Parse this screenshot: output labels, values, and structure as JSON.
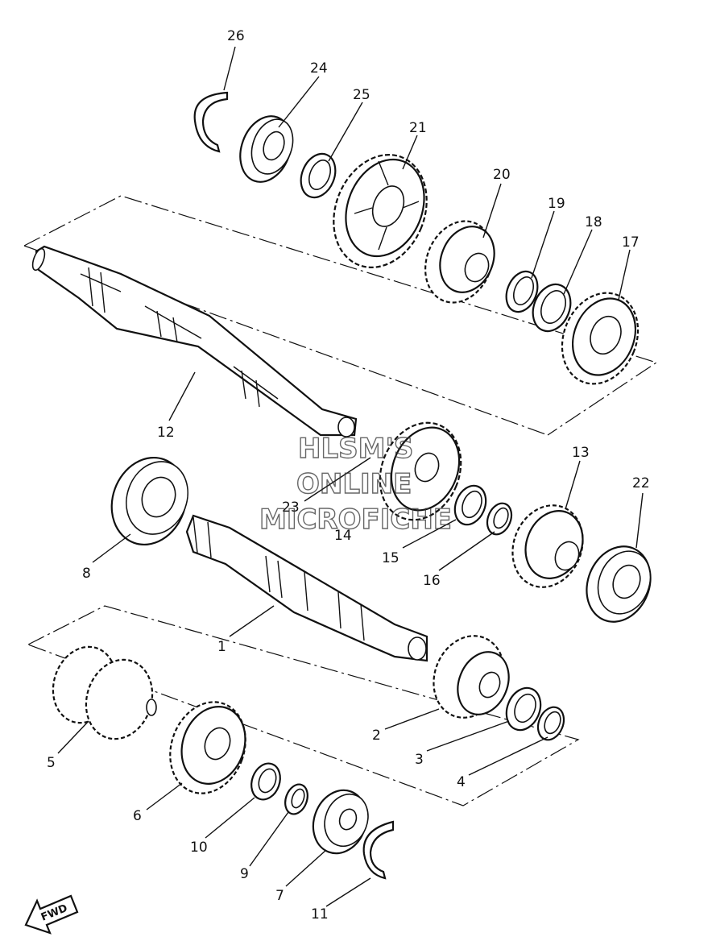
{
  "diagram": {
    "callouts": [
      "1",
      "2",
      "3",
      "4",
      "5",
      "6",
      "7",
      "8",
      "9",
      "10",
      "11",
      "12",
      "13",
      "14",
      "15",
      "16",
      "17",
      "18",
      "19",
      "20",
      "21",
      "22",
      "23",
      "24",
      "25",
      "26"
    ],
    "watermark": [
      "HLSM'S",
      "ONLINE",
      "MICROFICHE"
    ],
    "direction_marker": "FWD"
  }
}
